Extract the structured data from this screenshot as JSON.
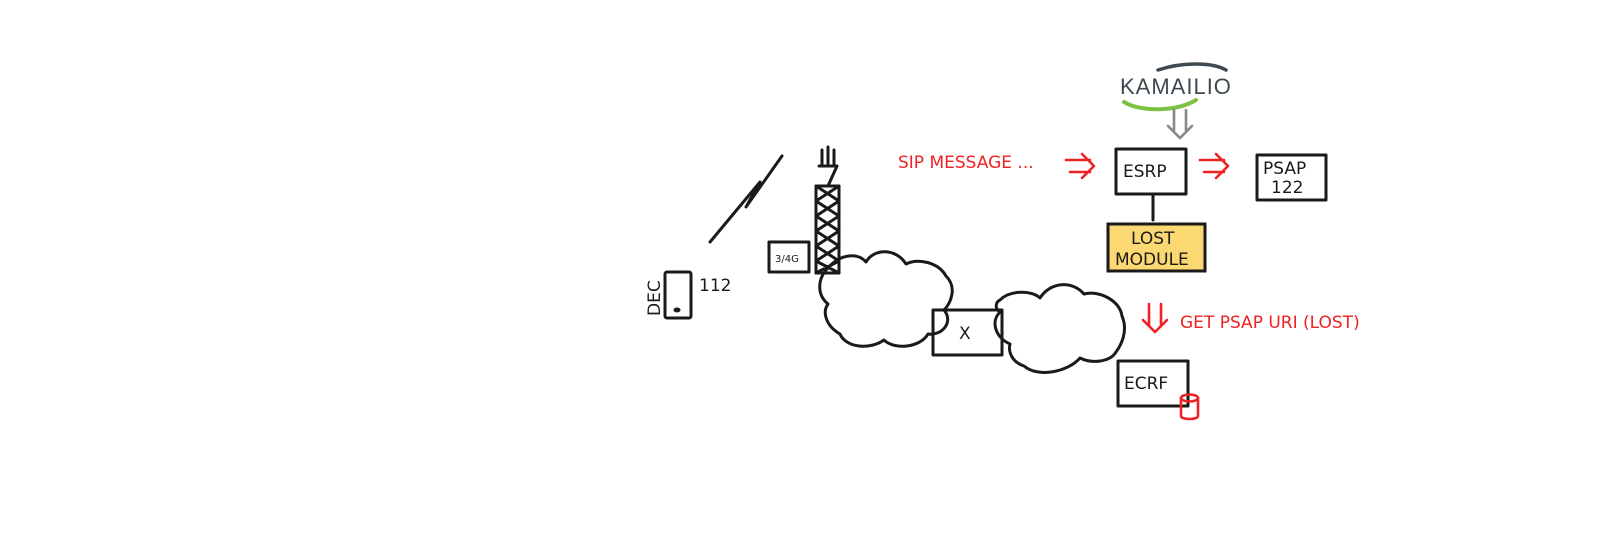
{
  "nodes": {
    "phone": {
      "label": "DEC",
      "dial": "112"
    },
    "tower_badge": "3/4G",
    "gateway": "X",
    "esrp": "ESRP",
    "psap": {
      "line1": "PSAP",
      "line2": "122"
    },
    "lost": {
      "line1": "LOST",
      "line2": "MODULE"
    },
    "ecrf": "ECRF"
  },
  "annotations": {
    "sip_message": "SIP MESSAGE ...",
    "get_psap_uri": "GET PSAP URI (LOST)"
  },
  "logo": {
    "text": "KAMAILIO",
    "text_color": "#3f4a50",
    "swoosh_color": "#7cc242"
  },
  "colors": {
    "ink": "#1a1a1a",
    "annotation": "#ee2222",
    "lost_fill": "#fbd872",
    "logo_arrow": "#888888"
  },
  "icons": [
    "lightning-icon",
    "cell-tower-icon",
    "cloud-icon",
    "database-icon",
    "double-arrow-icon"
  ]
}
